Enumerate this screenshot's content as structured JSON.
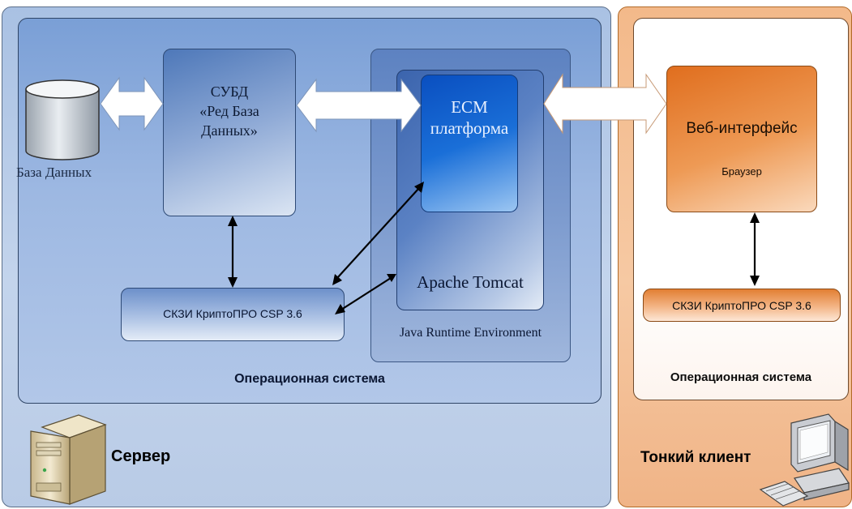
{
  "server": {
    "label": "Сервер",
    "os_label": "Операционная система",
    "database_label": "База Данных",
    "dbms": {
      "line1": "СУБД",
      "line2": "«Ред База",
      "line3": "Данных»"
    },
    "jre_label": "Java Runtime Environment",
    "tomcat_label": "Apache Tomcat",
    "ecm": {
      "line1": "ECM",
      "line2": "платформа"
    },
    "crypto_label": "СКЗИ КриптоПРО CSP 3.6"
  },
  "client": {
    "label": "Тонкий клиент",
    "os_label": "Операционная система",
    "web_label": "Веб-интерфейс",
    "browser_label": "Браузер",
    "crypto_label": "СКЗИ КриптоПРО CSP 3.6"
  },
  "icons": [
    "database-icon",
    "server-tower-icon",
    "desktop-computer-icon"
  ],
  "colors": {
    "server_blue": "#7a9fd6",
    "client_orange": "#e06e1e",
    "ecm_blue": "#0a4fc0"
  }
}
